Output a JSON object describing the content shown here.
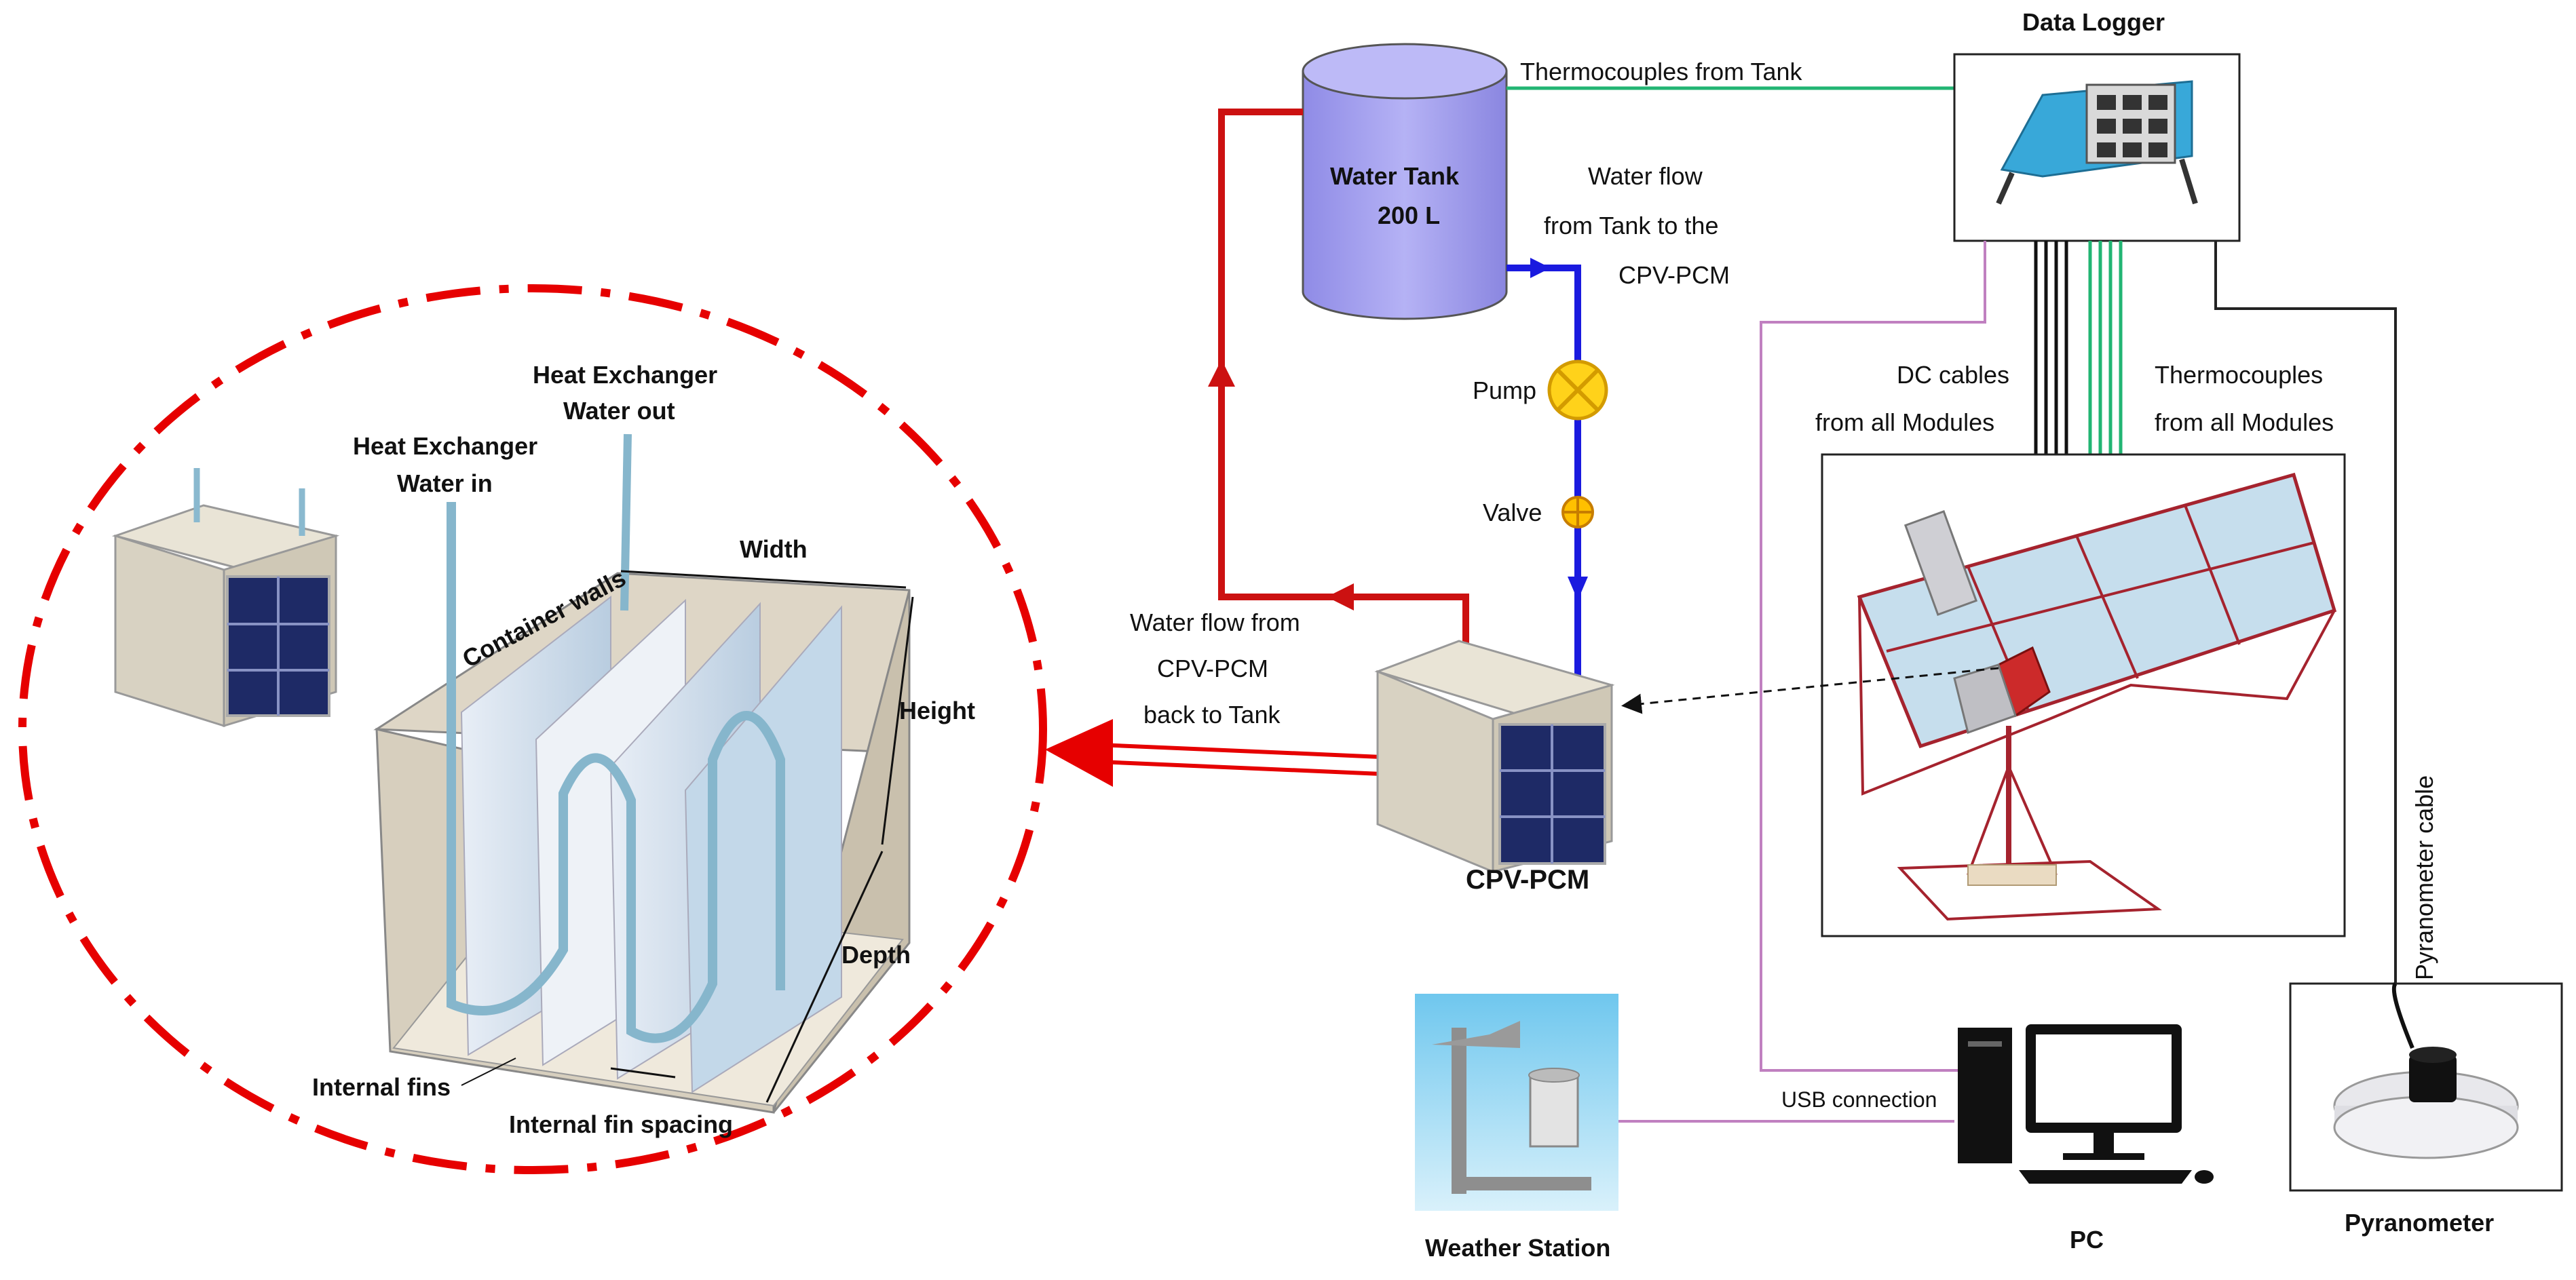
{
  "left_detail": {
    "hx_water_out_line1": "Heat Exchanger",
    "hx_water_out_line2": "Water out",
    "hx_water_in_line1": "Heat Exchanger",
    "hx_water_in_line2": "Water in",
    "width": "Width",
    "container_walls": "Container walls",
    "height": "Height",
    "depth": "Depth",
    "internal_fins": "Internal fins",
    "internal_fin_spacing": "Internal fin spacing"
  },
  "tank": {
    "title_line1": "Water Tank",
    "title_line2": "200 L"
  },
  "labels": {
    "thermocouples_from_tank": "Thermocouples from Tank",
    "water_flow_to_line1": "Water flow",
    "water_flow_to_line2": "from Tank    to the",
    "water_flow_to_line3": "CPV-PCM",
    "pump": "Pump",
    "valve": "Valve",
    "water_flow_back_line1": "Water flow from",
    "water_flow_back_line2": "CPV-PCM",
    "water_flow_back_line3": "back to Tank",
    "cpv_pcm": "CPV-PCM",
    "data_logger": "Data Logger",
    "dc_cables_line1": "DC cables",
    "dc_cables_line2": "from all Modules",
    "thermocouples_modules_line1": "Thermocouples",
    "thermocouples_modules_line2": "from all Modules",
    "pyranometer_cable": "Pyranometer cable",
    "usb_connection": "USB connection",
    "weather_station": "Weather Station",
    "pc": "PC",
    "pyranometer": "Pyranometer"
  },
  "colors": {
    "hot_pipe": "#cc1111",
    "cold_pipe": "#1a1adf",
    "thermo_wire": "#22b573",
    "usb_wire": "#c080c0",
    "tank_fill": "#a9a6f2",
    "frame_red": "#a5232e",
    "panel_blue": "#bcd8ea"
  }
}
